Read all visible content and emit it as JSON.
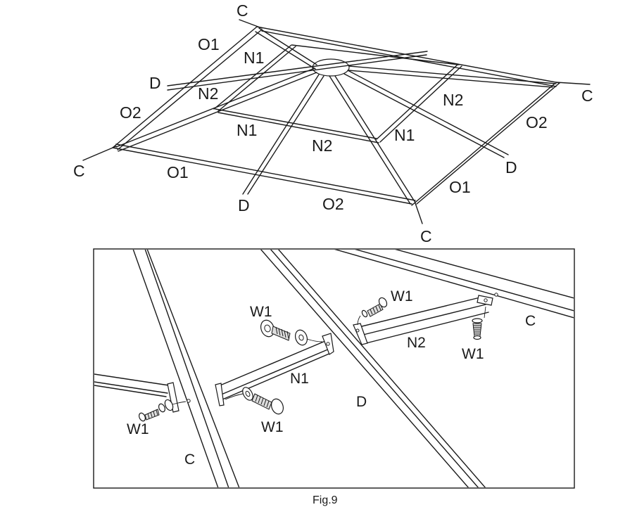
{
  "top_view": {
    "corner_label": "C",
    "diagonal_label": "D",
    "outer_labels": [
      "O1",
      "O2"
    ],
    "inner_labels": [
      "N1",
      "N2"
    ]
  },
  "detail_view": {
    "labels": {
      "w1": "W1",
      "c": "C",
      "d": "D",
      "n1": "N1",
      "n2": "N2"
    }
  },
  "caption": "Fig.9"
}
